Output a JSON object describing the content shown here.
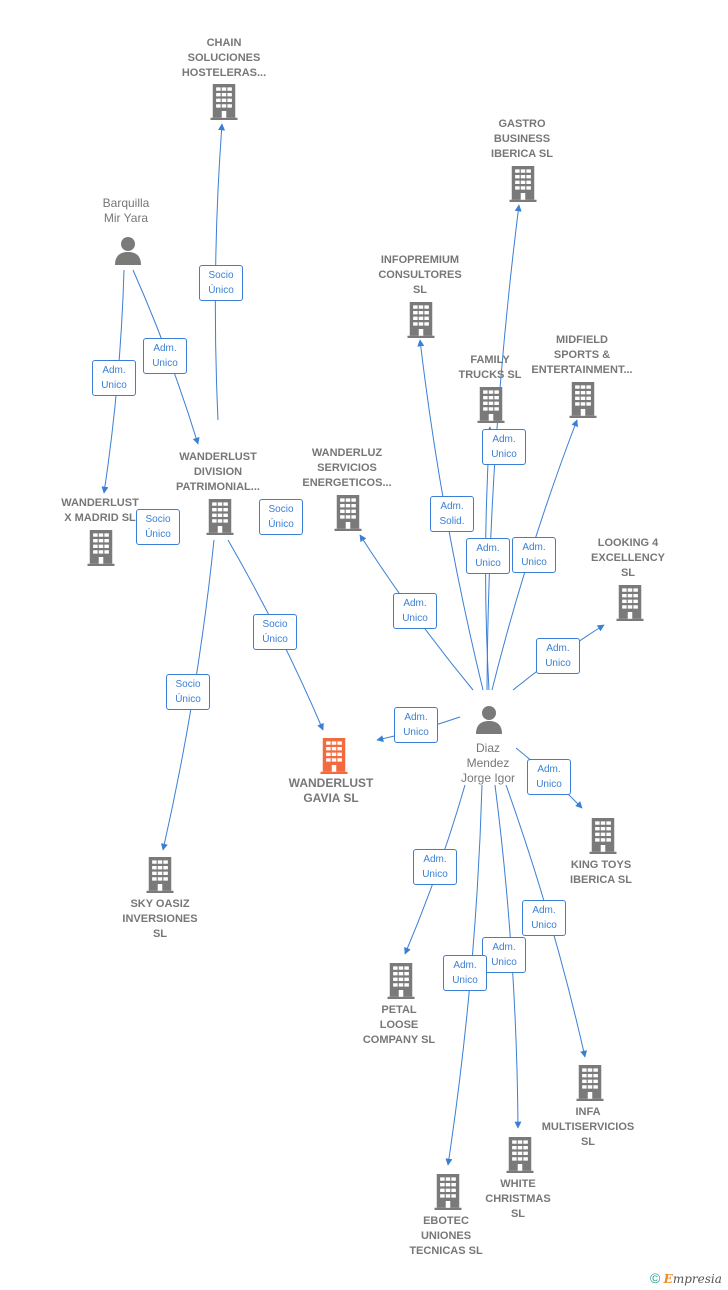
{
  "colors": {
    "edge": "#3a7fd5",
    "node": "#7a7a7a",
    "focus": "#f26a3d",
    "label_text": "#777777"
  },
  "nodes": [
    {
      "id": "chain",
      "type": "company",
      "label": "CHAIN\nSOLUCIONES\nHOSTELERAS..."
    },
    {
      "id": "gastro",
      "type": "company",
      "label": "GASTRO\nBUSINESS\nIBERICA  SL"
    },
    {
      "id": "barquilla",
      "type": "person",
      "label": "Barquilla\nMir Yara"
    },
    {
      "id": "infopremium",
      "type": "company",
      "label": "INFOPREMIUM\nCONSULTORES\nSL"
    },
    {
      "id": "midfield",
      "type": "company",
      "label": "MIDFIELD\nSPORTS &\nENTERTAINMENT..."
    },
    {
      "id": "family",
      "type": "company",
      "label": "FAMILY\nTRUCKS  SL"
    },
    {
      "id": "wdivision",
      "type": "company",
      "label": "WANDERLUST\nDIVISION\nPATRIMONIAL..."
    },
    {
      "id": "wanderluz",
      "type": "company",
      "label": "WANDERLUZ\nSERVICIOS\nENERGETICOS..."
    },
    {
      "id": "wxmadrid",
      "type": "company",
      "label": "WANDERLUST\nX MADRID  SL"
    },
    {
      "id": "looking",
      "type": "company",
      "label": "LOOKING 4\nEXCELLENCY\nSL"
    },
    {
      "id": "diaz",
      "type": "person",
      "label": "Diaz\nMendez\nJorge Igor"
    },
    {
      "id": "gavia",
      "type": "focus",
      "label": "WANDERLUST\nGAVIA  SL"
    },
    {
      "id": "kingtoys",
      "type": "company",
      "label": "KING TOYS\nIBERICA  SL"
    },
    {
      "id": "skyoasiz",
      "type": "company",
      "label": "SKY OASIZ\nINVERSIONES\nSL"
    },
    {
      "id": "petal",
      "type": "company",
      "label": "PETAL\nLOOSE\nCOMPANY  SL"
    },
    {
      "id": "infa",
      "type": "company",
      "label": "INFA\nMULTISERVICIOS\nSL"
    },
    {
      "id": "white",
      "type": "company",
      "label": "WHITE\nCHRISTMAS\nSL"
    },
    {
      "id": "ebotec",
      "type": "company",
      "label": "EBOTEC\nUNIONES\nTECNICAS  SL"
    }
  ],
  "edges": [
    {
      "from": "wdivision",
      "to": "chain",
      "label": "Socio\nÚnico"
    },
    {
      "from": "barquilla",
      "to": "wxmadrid",
      "label": "Adm.\nUnico"
    },
    {
      "from": "barquilla",
      "to": "wdivision",
      "label": "Adm.\nUnico"
    },
    {
      "from": "wdivision",
      "to": "wxmadrid",
      "label": "Socio\nÚnico"
    },
    {
      "from": "wdivision",
      "to": "gavia",
      "label": "Socio\nÚnico"
    },
    {
      "from": "wdivision",
      "to": "skyoasiz",
      "label": "Socio\nÚnico"
    },
    {
      "from": "wdivision",
      "to": "gavia",
      "label": "Socio\nÚnico"
    },
    {
      "from": "diaz",
      "to": "gastro",
      "label": "Adm.\nUnico"
    },
    {
      "from": "diaz",
      "to": "infopremium",
      "label": "Adm.\nSolid."
    },
    {
      "from": "diaz",
      "to": "family",
      "label": "Adm.\nUnico"
    },
    {
      "from": "diaz",
      "to": "midfield",
      "label": "Adm.\nUnico"
    },
    {
      "from": "diaz",
      "to": "wanderluz",
      "label": "Adm.\nUnico"
    },
    {
      "from": "diaz",
      "to": "looking",
      "label": "Adm.\nUnico"
    },
    {
      "from": "diaz",
      "to": "gavia",
      "label": "Adm.\nUnico"
    },
    {
      "from": "diaz",
      "to": "kingtoys",
      "label": "Adm.\nUnico"
    },
    {
      "from": "diaz",
      "to": "petal",
      "label": "Adm.\nUnico"
    },
    {
      "from": "diaz",
      "to": "infa",
      "label": "Adm.\nUnico"
    },
    {
      "from": "diaz",
      "to": "white",
      "label": "Adm.\nUnico"
    },
    {
      "from": "diaz",
      "to": "ebotec",
      "label": "Adm.\nUnico"
    }
  ],
  "brand": {
    "copyright": "©",
    "first": "E",
    "rest": "mpresia"
  }
}
